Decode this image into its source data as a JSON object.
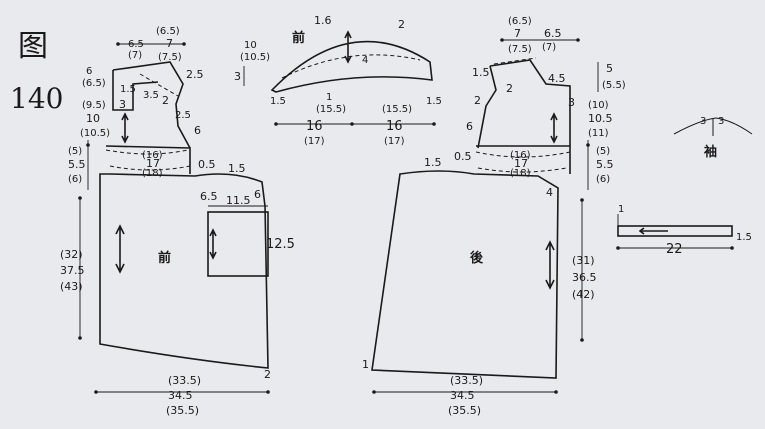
{
  "figure": {
    "char": "图",
    "number": "140"
  },
  "front": {
    "label": "前",
    "shoulder_top": [
      "(6.5)",
      "6.5",
      "7",
      "(7)",
      "(7.5)"
    ],
    "neck_depth": [
      "6",
      "(6.5)",
      "(9.5)",
      "10",
      "(10.5)"
    ],
    "shoulder_marks": [
      "2.5",
      "3.5",
      "2",
      "6",
      "1.5",
      "3",
      "2.5"
    ],
    "armhole": [
      "(16)",
      "17",
      "(18)"
    ],
    "armhole_depth": [
      "(5)",
      "5.5",
      "(6)"
    ],
    "marks": [
      "0.5",
      "1.5"
    ],
    "pocket": [
      "6.5",
      "11.5",
      "6",
      "12.5"
    ],
    "length": [
      "(32)",
      "37.5",
      "(43)"
    ],
    "hem": [
      "(33.5)",
      "34.5",
      "(35.5)"
    ],
    "hem_mark": "2"
  },
  "collar": {
    "label": "前",
    "top": [
      "1.6",
      "2"
    ],
    "height": [
      "10",
      "(10.5)"
    ],
    "side": "3",
    "inner": "4",
    "left_edge": "1.5",
    "right_edge": "1.5",
    "center": [
      "1",
      "(15.5)",
      "(15.5)"
    ],
    "width_left": [
      "16",
      "(17)"
    ],
    "width_right": [
      "16",
      "(17)"
    ]
  },
  "back": {
    "label": "後",
    "shoulder_top": [
      "(6.5)",
      "7",
      "(7.5)",
      "6.5",
      "(7)"
    ],
    "shoulder_marks": [
      "1.5",
      "2",
      "4.5",
      "3",
      "2",
      "6"
    ],
    "neck_depth": [
      "5",
      "(5.5)"
    ],
    "side_depth": [
      "(10)",
      "10.5",
      "(11)"
    ],
    "armhole": [
      "(16)",
      "17",
      "(18)"
    ],
    "armhole_depth": [
      "(5)",
      "5.5",
      "(6)"
    ],
    "marks": [
      "1.5",
      "0.5",
      "4"
    ],
    "length": [
      "(31)",
      "36.5",
      "(42)"
    ],
    "hem": [
      "(33.5)",
      "34.5",
      "(35.5)"
    ],
    "hem_mark": "1"
  },
  "sleeve": {
    "label": "袖",
    "marks": [
      "3",
      "3"
    ]
  },
  "strip": {
    "left": "1",
    "length": "22",
    "right": "1.5"
  }
}
